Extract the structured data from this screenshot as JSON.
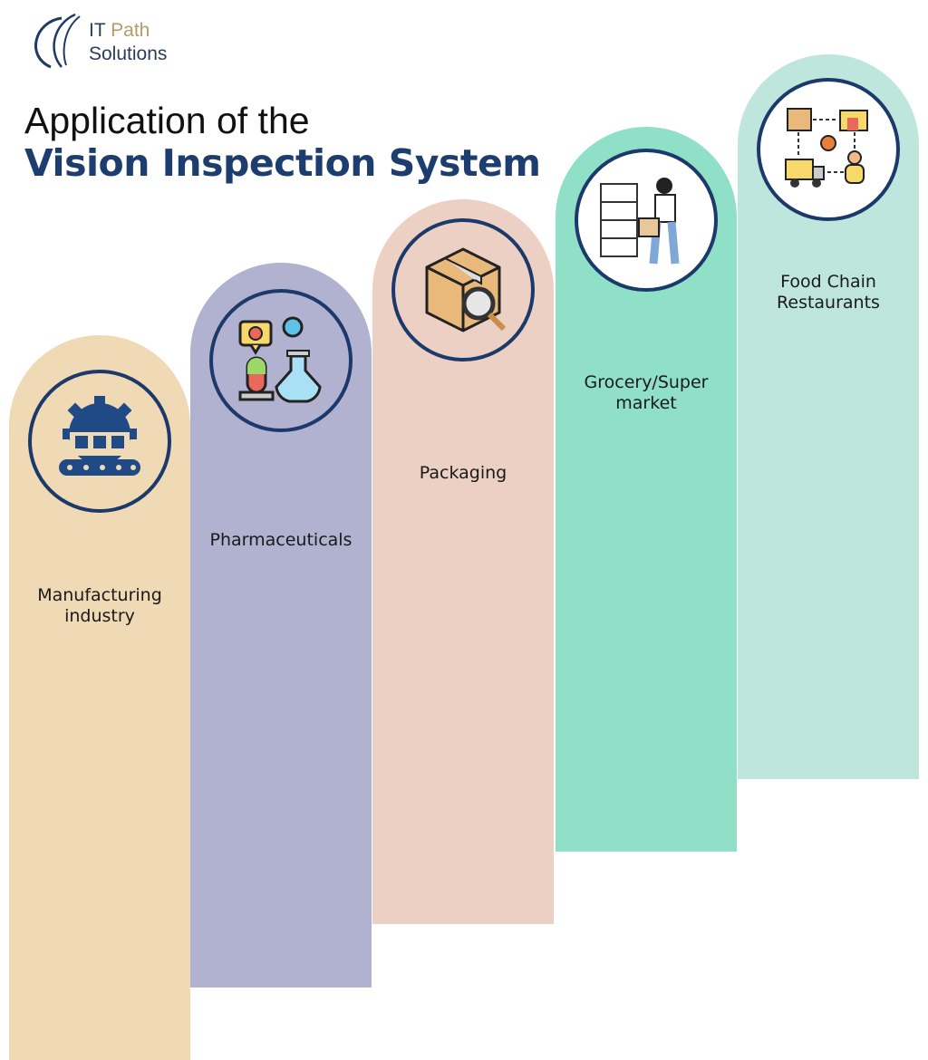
{
  "logo": {
    "line1_a": "IT",
    "line1_b": "Path",
    "line2": "Solutions"
  },
  "title": {
    "line1": "Application of the",
    "line2": "Vision Inspection System"
  },
  "columns": [
    {
      "label_1": "Manufacturing",
      "label_2": "industry",
      "icon": "conveyor-gear-icon",
      "color": "#f0d9b5"
    },
    {
      "label_1": "Pharmaceuticals",
      "label_2": "",
      "icon": "pharma-flask-icon",
      "color": "#b1b1d0"
    },
    {
      "label_1": "Packaging",
      "label_2": "",
      "icon": "box-magnifier-icon",
      "color": "#ecd0c4"
    },
    {
      "label_1": "Grocery/Super",
      "label_2": "market",
      "icon": "shopper-icon",
      "color": "#8fe0c6"
    },
    {
      "label_1": "Food Chain",
      "label_2": "Restaurants",
      "icon": "supply-chain-icon",
      "color": "#bfe6dd"
    }
  ]
}
